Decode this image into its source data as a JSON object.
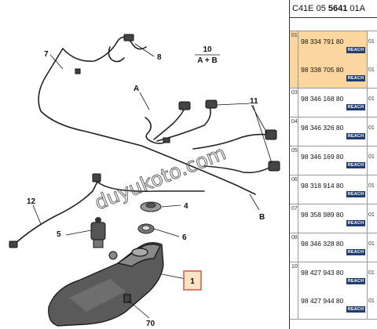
{
  "header": {
    "prefix": "C41E 05 ",
    "code": "5641",
    "suffix": " 01A"
  },
  "watermark": "duyukoto.com",
  "callouts": {
    "c1": "1",
    "c4": "4",
    "c5": "5",
    "c6": "6",
    "c7": "7",
    "c8": "8",
    "c10_top": "10",
    "c10_bottom": "A + B",
    "c11": "11",
    "c12": "12",
    "c70": "70",
    "cA": "A",
    "cB": "B"
  },
  "parts": [
    {
      "ref": "01",
      "highlight": true,
      "entries": [
        {
          "pn": "98 334 791 80",
          "badge": "REACH",
          "qty": "01"
        },
        {
          "pn": "98 338 705 80",
          "badge": "REACH",
          "qty": "01"
        }
      ]
    },
    {
      "ref": "03",
      "highlight": false,
      "entries": [
        {
          "pn": "98 346 168 80",
          "badge": "REACH",
          "qty": "01"
        }
      ]
    },
    {
      "ref": "04",
      "highlight": false,
      "entries": [
        {
          "pn": "98 346 326 80",
          "badge": "REACH",
          "qty": "01"
        }
      ]
    },
    {
      "ref": "05",
      "highlight": false,
      "entries": [
        {
          "pn": "98 346 169 80",
          "badge": "REACH",
          "qty": "01"
        }
      ]
    },
    {
      "ref": "06",
      "highlight": false,
      "entries": [
        {
          "pn": "98 318 914 80",
          "badge": "REACH",
          "qty": "01"
        }
      ]
    },
    {
      "ref": "07",
      "highlight": false,
      "entries": [
        {
          "pn": "98 358 989 80",
          "badge": "REACH",
          "qty": "01"
        }
      ]
    },
    {
      "ref": "08",
      "highlight": false,
      "entries": [
        {
          "pn": "98 346 328 80",
          "badge": "REACH",
          "qty": "01"
        }
      ]
    },
    {
      "ref": "10",
      "highlight": false,
      "entries": [
        {
          "pn": "98 427 943 80",
          "badge": "REACH",
          "qty": "01"
        },
        {
          "pn": "98 427 944 80",
          "badge": "REACH",
          "qty": "01"
        }
      ]
    }
  ],
  "colors": {
    "highlight": "#fbd69f",
    "badge": "#1f3d6f",
    "callout_box": "#d9534f"
  }
}
